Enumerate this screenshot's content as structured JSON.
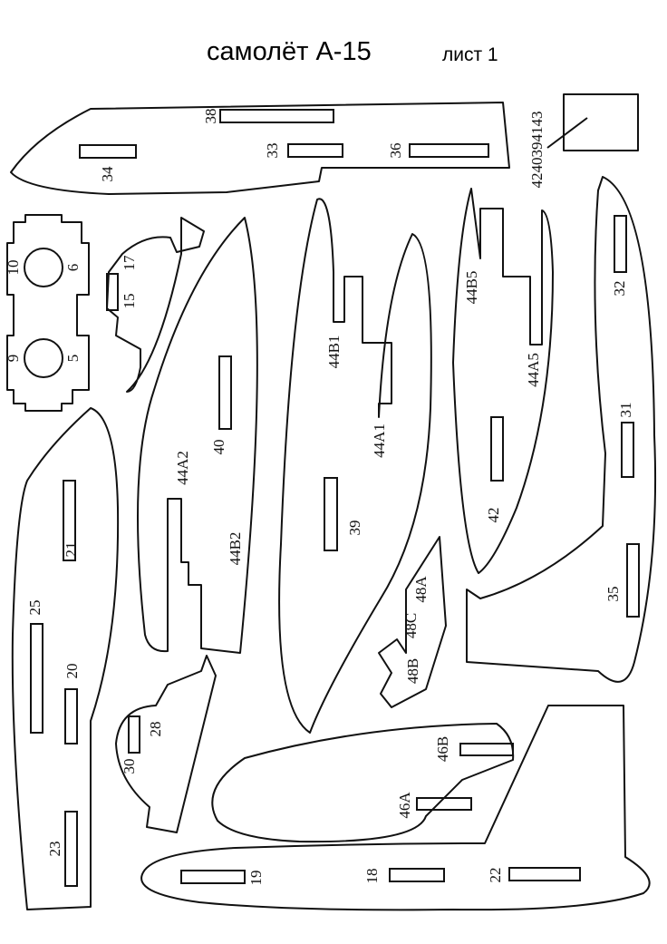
{
  "header": {
    "title": "самолёт А-15",
    "sheet": "лист 1"
  },
  "labels": {
    "p38": "38",
    "p33": "33",
    "p36": "36",
    "p34": "34",
    "p424039": "4240394143",
    "p10": "10",
    "p6": "6",
    "p9": "9",
    "p5": "5",
    "p17": "17",
    "p15": "15",
    "p40": "40",
    "p44a2": "44A2",
    "p44b2": "44B2",
    "p44b1": "44B1",
    "p44a1": "44A1",
    "p39": "39",
    "p44b5": "44B5",
    "p44a5": "44A5",
    "p42": "42",
    "p32": "32",
    "p31": "31",
    "p35": "35",
    "p21": "21",
    "p25": "25",
    "p20": "20",
    "p23": "23",
    "p48a": "48A",
    "p48c": "48C",
    "p48b": "48B",
    "p30": "30",
    "p28": "28",
    "p46b": "46B",
    "p46a": "46A",
    "p19": "19",
    "p18": "18",
    "p22": "22"
  }
}
